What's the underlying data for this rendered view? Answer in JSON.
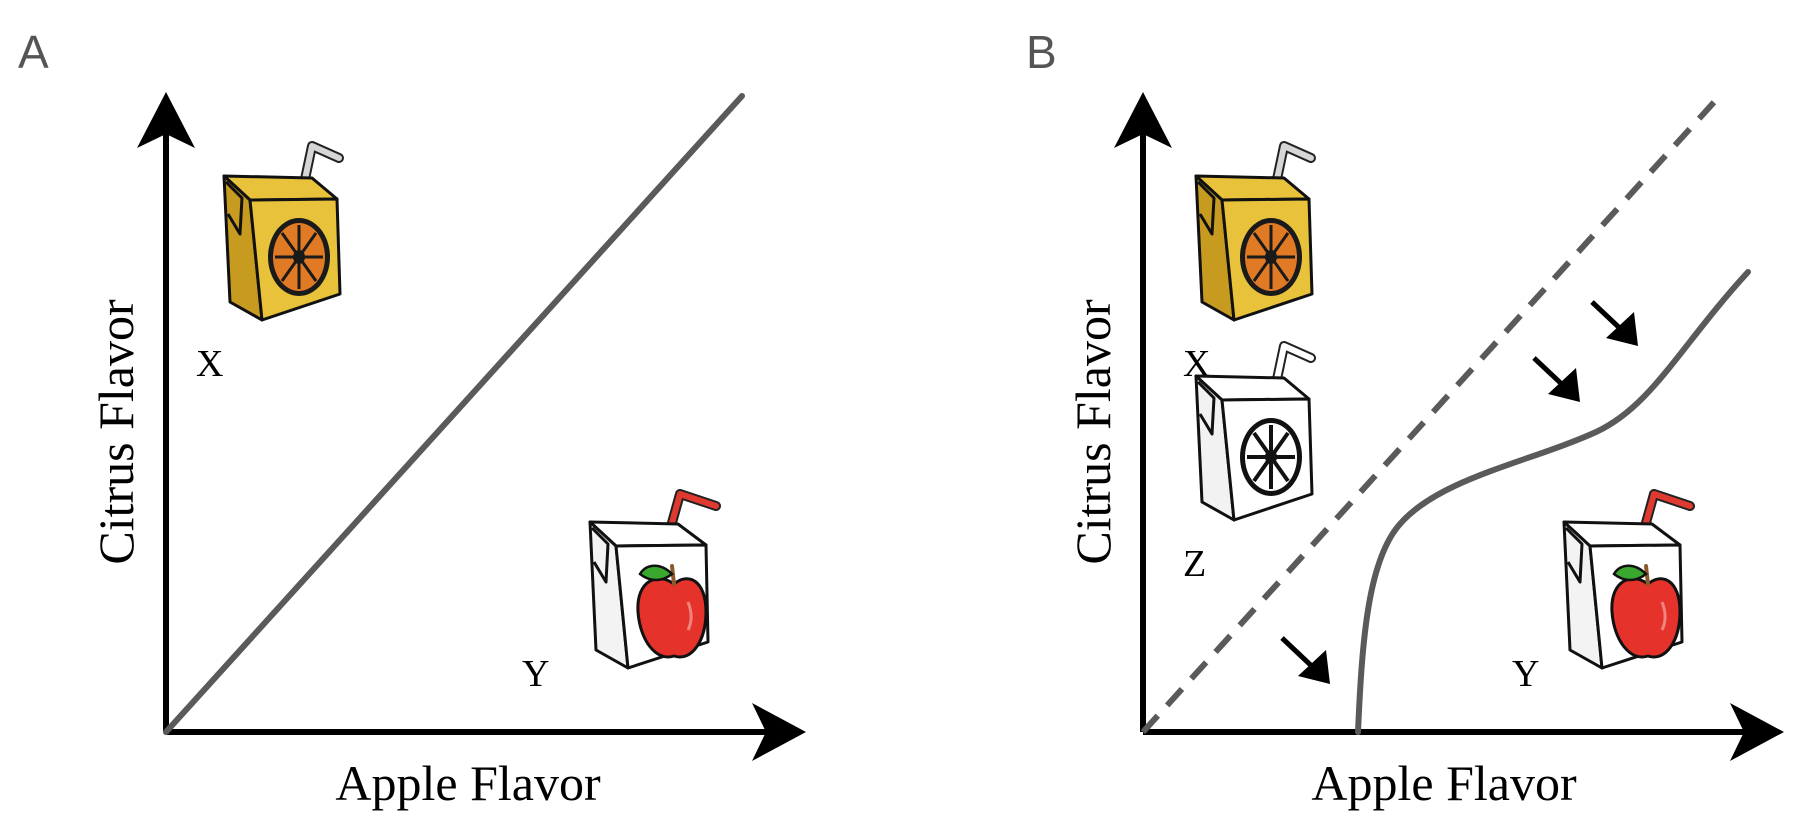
{
  "panels": [
    {
      "letter": "A",
      "x_label": "Apple Flavor",
      "y_label": "Citrus Flavor",
      "boundary": "straight-solid-line",
      "boxes": [
        {
          "label": "X",
          "kind": "orange-juice-box",
          "icon": "orange-slice-icon"
        },
        {
          "label": "Y",
          "kind": "apple-juice-box",
          "icon": "apple-icon"
        }
      ]
    },
    {
      "letter": "B",
      "x_label": "Apple Flavor",
      "y_label": "Citrus Flavor",
      "boundary": "dashed-line-shifted-to-s-curve",
      "arrows": 3,
      "boxes": [
        {
          "label": "X",
          "kind": "orange-juice-box",
          "icon": "orange-slice-icon"
        },
        {
          "label": "Z",
          "kind": "grayscale-juice-box",
          "icon": "citrus-slice-icon"
        },
        {
          "label": "Y",
          "kind": "apple-juice-box",
          "icon": "apple-icon"
        }
      ]
    }
  ],
  "colors": {
    "orange_box": "#e8c23a",
    "orange_slice": "#e07a24",
    "apple": "#e5322b",
    "leaf": "#3aa82f",
    "red_straw": "#e03a30",
    "boundary_line": "#5a5a5a",
    "axis": "#000000"
  }
}
